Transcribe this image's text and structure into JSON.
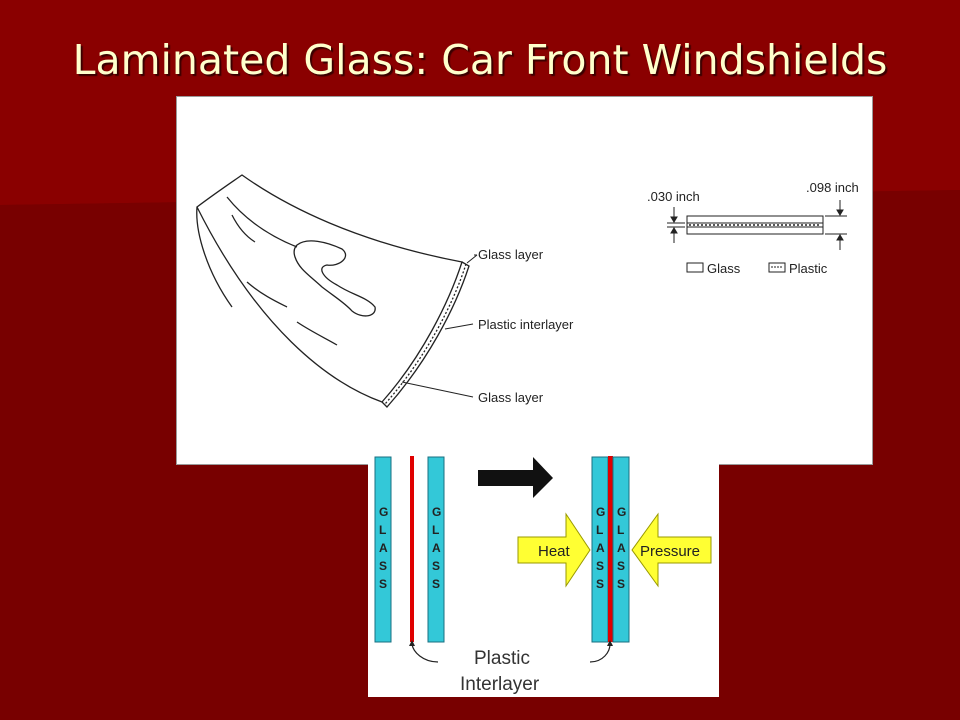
{
  "slide": {
    "title": "Laminated Glass: Car Front Windshields",
    "colors": {
      "background": "#7a0000",
      "title": "#ffffcc",
      "glass": "#33c8d8",
      "plastic": "#e00000",
      "arrow": "#ffff33"
    }
  },
  "windshield_figure": {
    "labels": {
      "glass_top": "Glass layer",
      "plastic": "Plastic interlayer",
      "glass_bottom": "Glass layer"
    }
  },
  "cross_section": {
    "dim_interlayer": ".030 inch",
    "dim_total": ".098 inch",
    "legend_glass": "Glass",
    "legend_plastic": "Plastic"
  },
  "lamination_process": {
    "glass_letters": [
      "G",
      "L",
      "A",
      "S",
      "S"
    ],
    "heat_label": "Heat",
    "pressure_label": "Pressure",
    "interlayer_line1": "Plastic",
    "interlayer_line2": "Interlayer"
  }
}
